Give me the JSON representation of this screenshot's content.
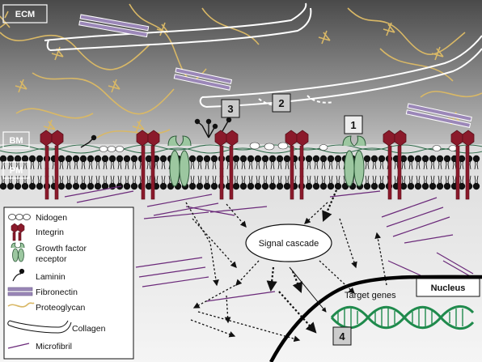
{
  "regions": {
    "ecm": "ECM",
    "bm": "BM",
    "pm": "PM",
    "nucleus": "Nucleus"
  },
  "labels": {
    "signal_cascade": "Signal cascade",
    "target_genes": "Target genes"
  },
  "callouts": [
    "1",
    "2",
    "3",
    "4"
  ],
  "legend": [
    {
      "label": "Nidogen",
      "icon": "nidogen-icon"
    },
    {
      "label": "Integrin",
      "icon": "integrin-icon"
    },
    {
      "label": "Growth factor",
      "icon": "growth-factor-receptor-icon"
    },
    {
      "label": "receptor",
      "icon": ""
    },
    {
      "label": "Laminin",
      "icon": "laminin-icon"
    },
    {
      "label": "Fibronectin",
      "icon": "fibronectin-icon"
    },
    {
      "label": "Proteoglycan",
      "icon": "proteoglycan-icon"
    },
    {
      "label": "Collagen",
      "icon": "collagen-icon"
    },
    {
      "label": "Microfibril",
      "icon": "microfibril-icon"
    }
  ],
  "colors": {
    "integrin": "#8b1a2b",
    "growth_factor_receptor": "#9cc7a0",
    "microfibril": "#6b2a7a",
    "proteoglycan": "#d9b866",
    "fibronectin": "#9b87b8",
    "basement_membrane": "#2e6b4a",
    "target_gene_dna": "#1f8a4c"
  }
}
